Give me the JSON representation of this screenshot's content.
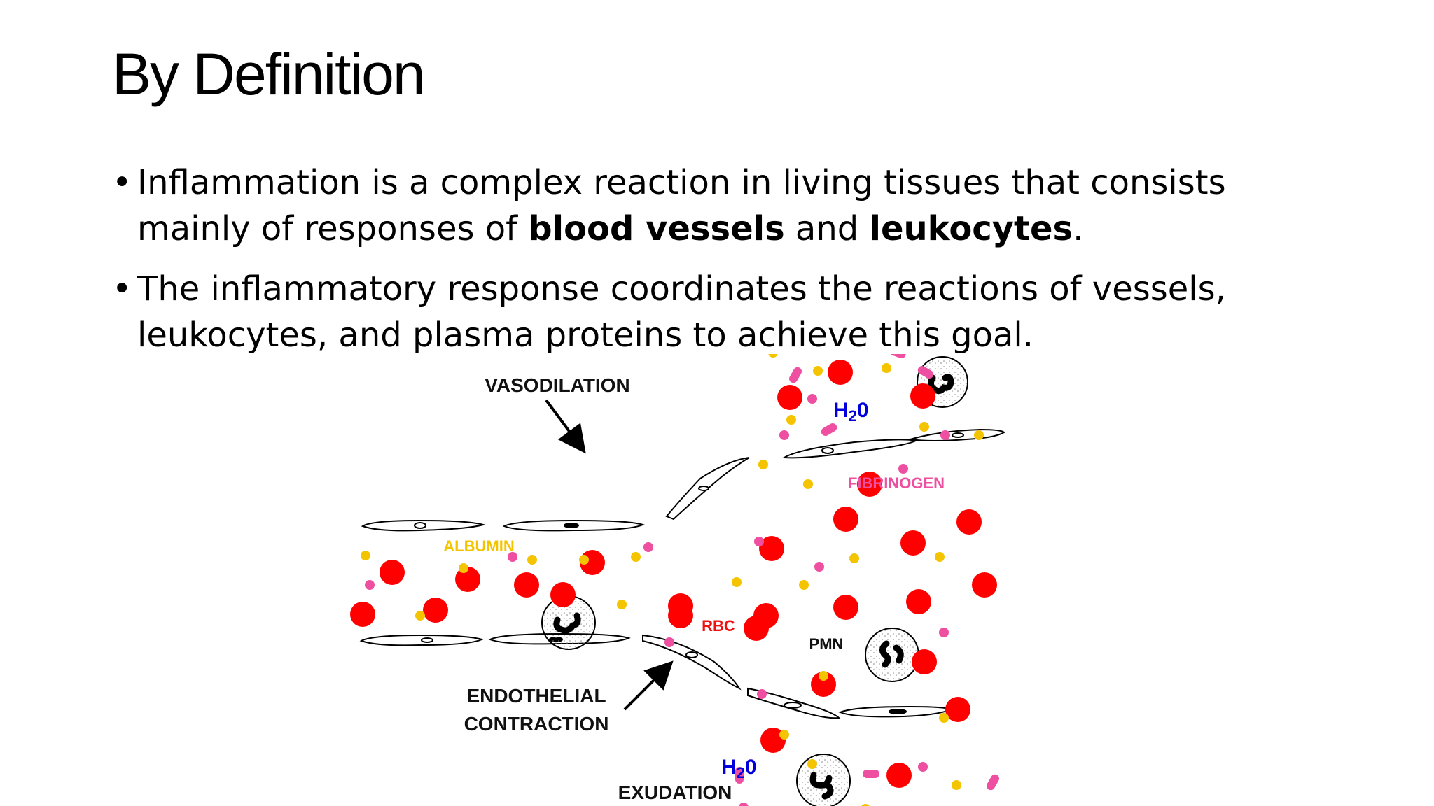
{
  "slide": {
    "title": "By Definition",
    "bullets": [
      {
        "marker": "•",
        "t1": "Inflammation is a complex reaction in living tissues that consists mainly of responses of ",
        "b1": "blood vessels",
        "t2": " and ",
        "b2": "leukocytes",
        "t3": "."
      },
      {
        "marker": "•",
        "t1": "The inflammatory response coordinates the reactions of vessels, leukocytes, and plasma proteins to achieve this goal."
      }
    ]
  },
  "figure": {
    "labels": {
      "vasodilation": "VASODILATION",
      "albumin": "ALBUMIN",
      "fibrinogen": "FIBRINOGEN",
      "rbc": "RBC",
      "pmn": "PMN",
      "endothelial_1": "ENDOTHELIAL",
      "endothelial_2": "CONTRACTION",
      "exudation": "EXUDATION",
      "h2o_h": "H",
      "h2o_2": "2",
      "h2o_o": "0"
    },
    "colors": {
      "rbc": "#ff0000",
      "albumin": "#f5c400",
      "fibrinogen": "#ee4fa0",
      "water": "#0000dd",
      "label": "#111111"
    }
  }
}
